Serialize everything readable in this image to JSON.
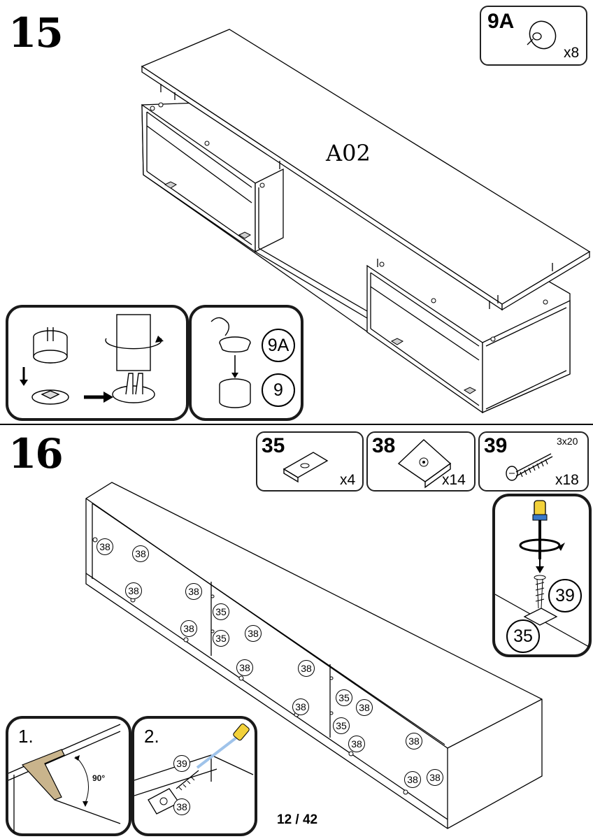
{
  "step15": {
    "number": "15",
    "part": {
      "code": "9A",
      "qty": "x8",
      "icon": "cam-cap-icon"
    },
    "panel_label": "A02",
    "detail_labels": {
      "cap": "9A",
      "cam": "9"
    }
  },
  "step16": {
    "number": "16",
    "parts": [
      {
        "code": "35",
        "qty": "x4",
        "icon": "bracket-icon"
      },
      {
        "code": "38",
        "qty": "x14",
        "icon": "corner-block-icon"
      },
      {
        "code": "39",
        "qty": "x18",
        "dim": "3x20",
        "icon": "screw-icon"
      }
    ],
    "screw_detail_labels": {
      "screw": "39",
      "bracket": "35"
    },
    "sub_steps": {
      "one": {
        "label": "1.",
        "angle": "90°"
      },
      "two": {
        "label": "2.",
        "screw": "39",
        "block": "38"
      }
    },
    "callouts_38": "38",
    "callouts_35": "35"
  },
  "page": "12 / 42"
}
